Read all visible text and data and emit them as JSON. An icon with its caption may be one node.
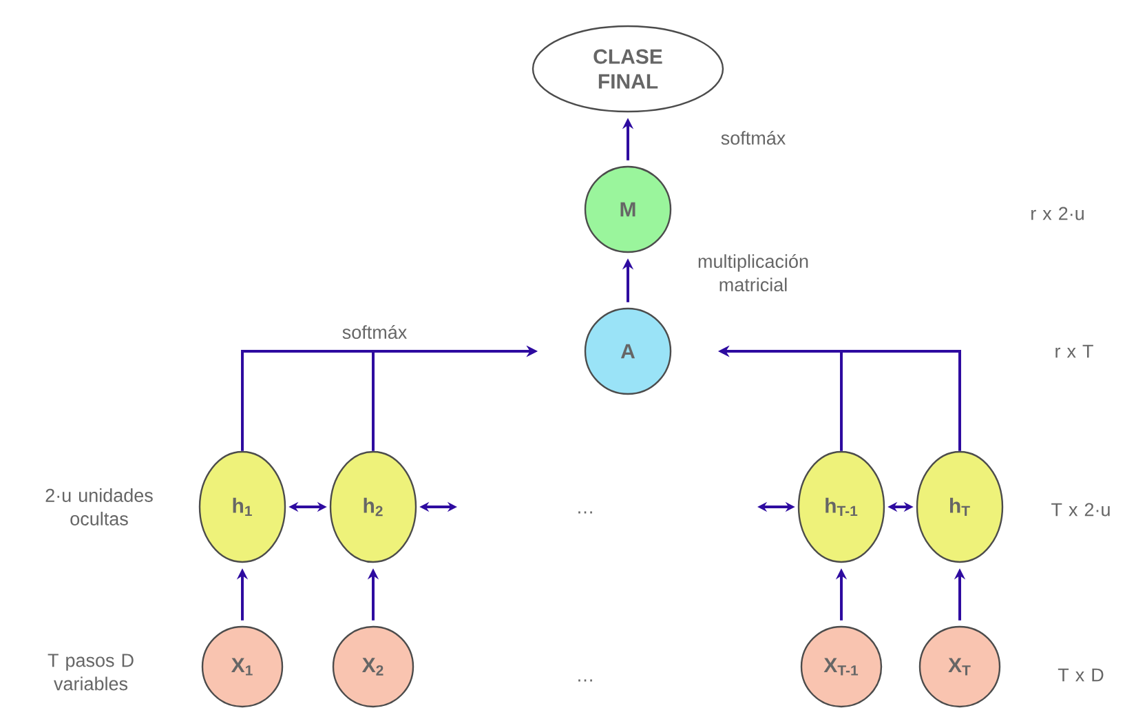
{
  "diagram": {
    "nodes": [
      {
        "text": [
          "CLASE FINAL"
        ]
      },
      {
        "text": [
          "M"
        ]
      },
      {
        "text": [
          "A"
        ]
      },
      {
        "text": [
          "h$_{1}$"
        ]
      },
      {
        "text": [
          "h$_{2}$"
        ]
      },
      {
        "text": [
          "h$_{T-1}$"
        ]
      },
      {
        "text": [
          "h$_{T}$"
        ]
      },
      {
        "text": [
          "X$_{1}$"
        ]
      },
      {
        "text": [
          "X$_{2}$"
        ]
      },
      {
        "text": [
          "X$_{T-1}$"
        ]
      },
      {
        "text": [
          "X$_{T}$"
        ]
      }
    ],
    "edges": [
      {
        "from": 1,
        "to": 0,
        "arrow": "to",
        "label": "softmáx"
      },
      {
        "from": 2,
        "to": 1,
        "arrow": "to",
        "label": "multiplicación matricial"
      },
      {
        "from": 3,
        "to": 2,
        "arrow": "to"
      },
      {
        "from": 4,
        "to": 2,
        "arrow": "to",
        "label": "softmáx"
      },
      {
        "from": 5,
        "to": 2,
        "arrow": "to"
      },
      {
        "from": 6,
        "to": 2,
        "arrow": "to"
      },
      {
        "from": 3,
        "to": 4,
        "arrow": "both"
      },
      {
        "from": 4,
        "to": null,
        "arrow": "both"
      },
      {
        "from": null,
        "to": 5,
        "arrow": "both"
      },
      {
        "from": 5,
        "to": 6,
        "arrow": "both"
      },
      {
        "from": 7,
        "to": 3,
        "arrow": "to"
      },
      {
        "from": 8,
        "to": 4,
        "arrow": "to"
      },
      {
        "from": 9,
        "to": 5,
        "arrow": "to"
      },
      {
        "from": 10,
        "to": 6,
        "arrow": "to"
      }
    ],
    "labels": [
      "r x 2·u",
      "r x T",
      "2·u unidades ocultas",
      "…",
      "T x 2·u",
      "T pasos D variables",
      "…",
      "T x D"
    ]
  }
}
